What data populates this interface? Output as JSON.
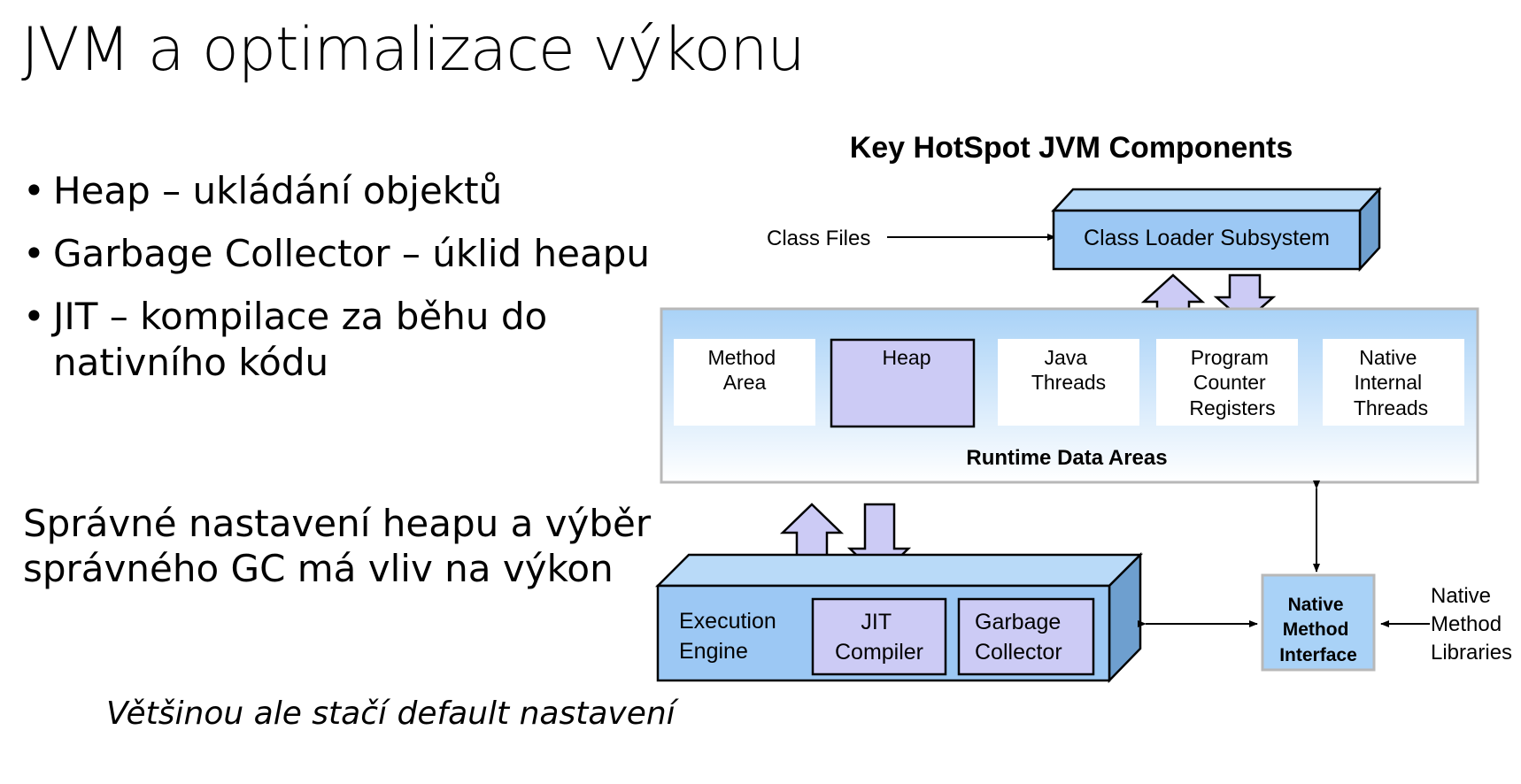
{
  "slide": {
    "title": "JVM a optimalizace výkonu",
    "bullets": [
      {
        "term": "Heap",
        "rest": " – ukládání objektů"
      },
      {
        "term": "Garbage Collector",
        "rest": " – úklid heapu"
      },
      {
        "term": "JIT",
        "rest": " – kompilace za běhu do nativního kódu"
      }
    ],
    "summary": "Správné nastavení heapu a výběr správného GC má vliv na výkon",
    "footnote": "Většinou ale stačí default nastavení"
  },
  "diagram": {
    "title": "Key HotSpot JVM Components",
    "class_files": "Class Files",
    "class_loader": "Class Loader Subsystem",
    "runtime": {
      "label": "Runtime Data Areas",
      "areas": {
        "method": [
          "Method",
          "Area"
        ],
        "heap": [
          "Heap"
        ],
        "threads": [
          "Java",
          "Threads"
        ],
        "pc": [
          "Program",
          "Counter",
          "Registers"
        ],
        "native": [
          "Native",
          "Internal",
          "Threads"
        ]
      }
    },
    "execution_engine": [
      "Execution",
      "Engine"
    ],
    "jit_compiler": [
      "JIT",
      "Compiler"
    ],
    "garbage_collector": [
      "Garbage",
      "Collector"
    ],
    "native_interface": [
      "Native",
      "Method",
      "Interface"
    ],
    "native_libraries": [
      "Native",
      "Method",
      "Libraries"
    ]
  },
  "colors": {
    "box_blue": "#9cc8f4",
    "box_blue_top": "#b9daf8",
    "box_blue_side": "#6e9fcf",
    "lavender": "#cccbf5",
    "runtime_border": "#b8b8b8"
  }
}
